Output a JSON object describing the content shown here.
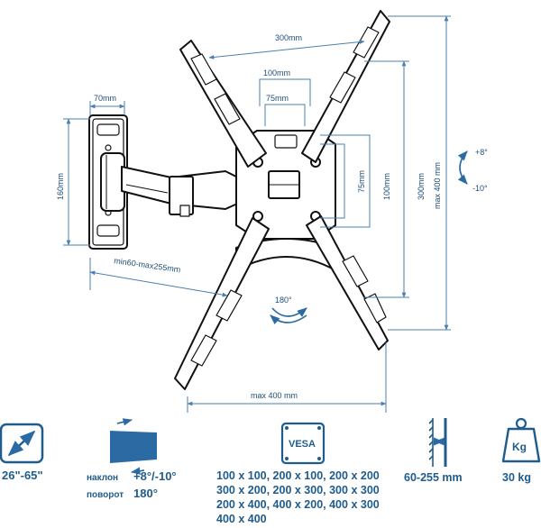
{
  "dimensions": {
    "top_300": "300mm",
    "inner_100_h": "100mm",
    "inner_75_h": "75mm",
    "arm_70": "70mm",
    "left_160": "160mm",
    "inner_75_v": "75mm",
    "inner_100_v": "100mm",
    "right_300_v": "300mm",
    "max400_v": "max 400 mm",
    "arm_extension": "min60-max255mm",
    "bottom_max400": "max 400 mm",
    "tilt_up": "+8°",
    "tilt_down": "-10°",
    "swivel": "180°"
  },
  "specs": {
    "screen_size": "26\"-65\"",
    "tilt_label": "наклон",
    "tilt_value": "+8°/-10°",
    "swivel_label": "поворот",
    "swivel_value": "180°",
    "vesa_badge": "VESA",
    "vesa_lines": [
      "100 x 100, 200 x 100, 200 x 200",
      "300 x 200, 200 x 300, 300 x 300",
      "200 x 400, 400 x 200, 400 x 300",
      "400 x 400"
    ],
    "wall_distance": "60-255 mm",
    "weight_badge": "Kg",
    "max_load": "30 kg"
  },
  "colors": {
    "accent": "#1f5c8c",
    "dim_line": "#4a7fb0",
    "drawing": "#111111"
  }
}
